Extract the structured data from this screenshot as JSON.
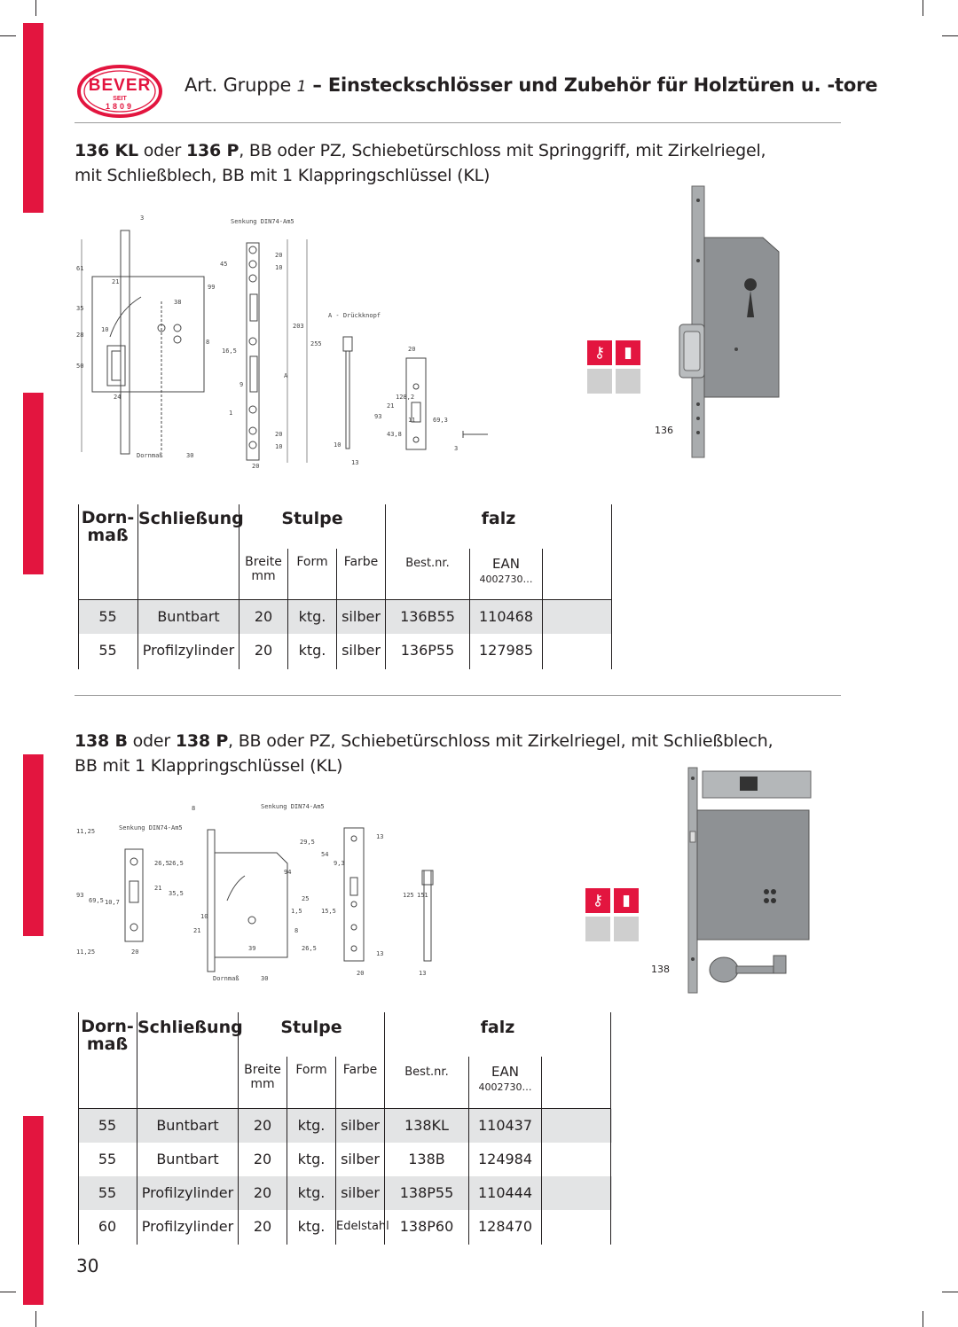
{
  "brand": {
    "name": "BEVER",
    "seit": "SEIT",
    "year": "1809"
  },
  "header": {
    "prefix": "Art. Gruppe ",
    "group": "1",
    "dash": " – ",
    "title": "Einsteckschlösser und Zubehör für Holztüren u. -tore"
  },
  "product1": {
    "model_a": "136 KL",
    "or1": " oder ",
    "model_b": "136 P",
    "line1_rest": ", BB oder PZ, Schiebetürschloss mit Springgriff, mit Zirkelriegel,",
    "line2": "mit Schließblech, BB mit 1 Klappringschlüssel (KL)",
    "photo_label": "136",
    "drawing_labels": [
      "3",
      "Senkung DIN74-Am5",
      "61",
      "21",
      "38",
      "45",
      "99",
      "20",
      "10",
      "35",
      "28",
      "10",
      "50",
      "16,5",
      "8",
      "203",
      "255",
      "A - Drückknopf",
      "20",
      "24",
      "9",
      "A",
      "93",
      "21",
      "128,2",
      "43,8",
      "69,3",
      "11",
      "1",
      "20",
      "10",
      "Dornmaß",
      "30",
      "20",
      "10",
      "13",
      "3"
    ]
  },
  "product2": {
    "model_a": "138 B",
    "or1": " oder ",
    "model_b": "138 P",
    "line1_rest": ", BB oder PZ, Schiebetürschloss mit Zirkelriegel, mit Schließblech,",
    "line2": "BB mit 1 Klappringschlüssel (KL)",
    "photo_label": "138",
    "drawing_labels": [
      "8",
      "Senkung DIN74-Am5",
      "11,25",
      "Senkung DIN74-Am5",
      "29,5",
      "13",
      "54",
      "26,5",
      "26,5",
      "9,3",
      "94",
      "93",
      "69,5",
      "21",
      "35,5",
      "25",
      "10,7",
      "10",
      "15,5",
      "125",
      "151",
      "1,5",
      "21",
      "8",
      "11,25",
      "20",
      "39",
      "26,5",
      "13",
      "Dornmaß",
      "30",
      "20",
      "13"
    ]
  },
  "table_headers": {
    "dorn": "Dorn-",
    "mass": "maß",
    "schliessung": "Schließung",
    "stulpe": "Stulpe",
    "falz": "falz",
    "breite": "Breite",
    "mm": "mm",
    "form": "Form",
    "farbe": "Farbe",
    "bestnr": "Best.nr.",
    "ean": "EAN",
    "ean_prefix": "4002730…"
  },
  "table1": {
    "rows": [
      {
        "dorn": "55",
        "schliessung": "Buntbart",
        "breite": "20",
        "form": "ktg.",
        "farbe": "silber",
        "bestnr": "136B55",
        "ean": "110468"
      },
      {
        "dorn": "55",
        "schliessung": "Profilzylinder",
        "breite": "20",
        "form": "ktg.",
        "farbe": "silber",
        "bestnr": "136P55",
        "ean": "127985"
      }
    ]
  },
  "table2": {
    "rows": [
      {
        "dorn": "55",
        "schliessung": "Buntbart",
        "breite": "20",
        "form": "ktg.",
        "farbe": "silber",
        "bestnr": "138KL",
        "ean": "110437"
      },
      {
        "dorn": "55",
        "schliessung": "Buntbart",
        "breite": "20",
        "form": "ktg.",
        "farbe": "silber",
        "bestnr": "138B",
        "ean": "124984"
      },
      {
        "dorn": "55",
        "schliessung": "Profilzylinder",
        "breite": "20",
        "form": "ktg.",
        "farbe": "silber",
        "bestnr": "138P55",
        "ean": "110444"
      },
      {
        "dorn": "60",
        "schliessung": "Profilzylinder",
        "breite": "20",
        "form": "ktg.",
        "farbe": "Edelstahl",
        "bestnr": "138P60",
        "ean": "128470"
      }
    ]
  },
  "page_number": "30",
  "colors": {
    "accent_red": "#e3153f",
    "row_shade": "#e3e4e5"
  }
}
